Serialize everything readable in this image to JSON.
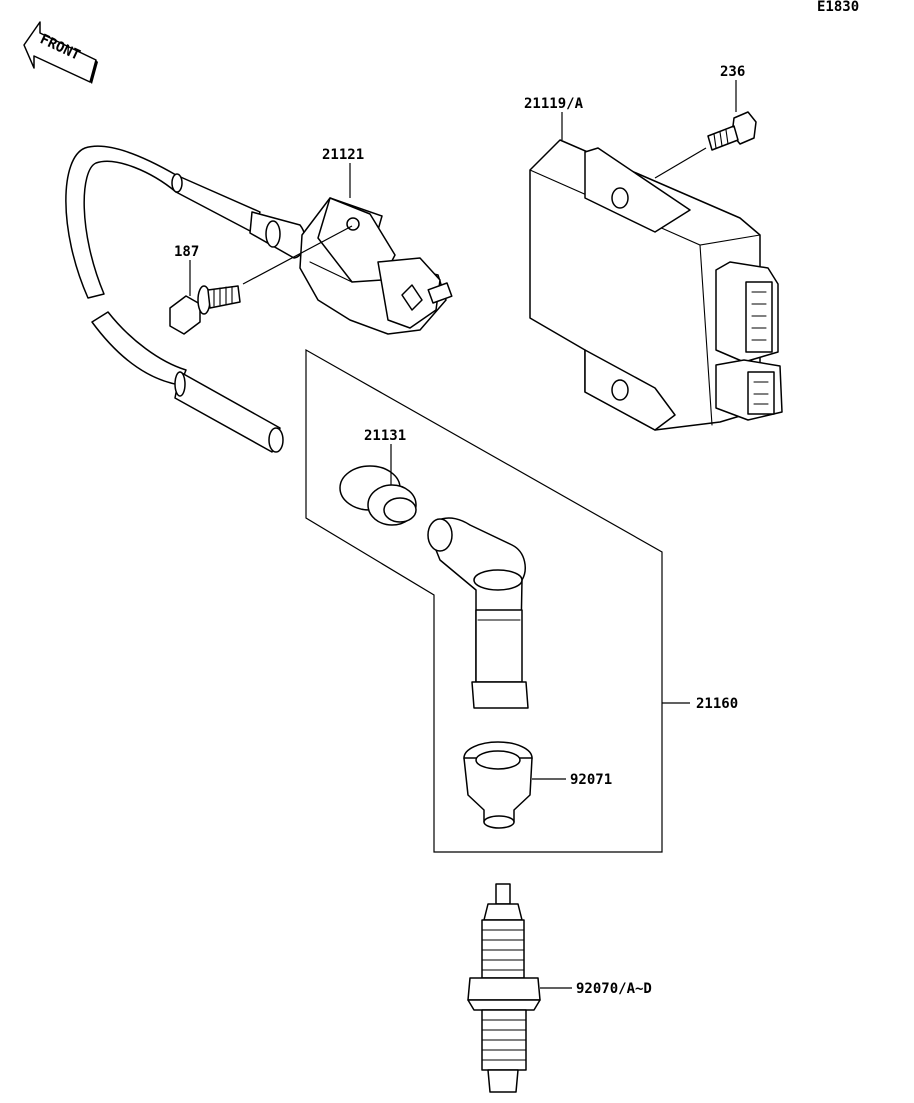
{
  "diagram": {
    "code": "E1830",
    "front_label": "FRONT",
    "callouts": {
      "c236": "236",
      "c21119": "21119/A",
      "c21121": "21121",
      "c187": "187",
      "c21131": "21131",
      "c21160": "21160",
      "c92071": "92071",
      "c92070": "92070/A~D"
    }
  }
}
